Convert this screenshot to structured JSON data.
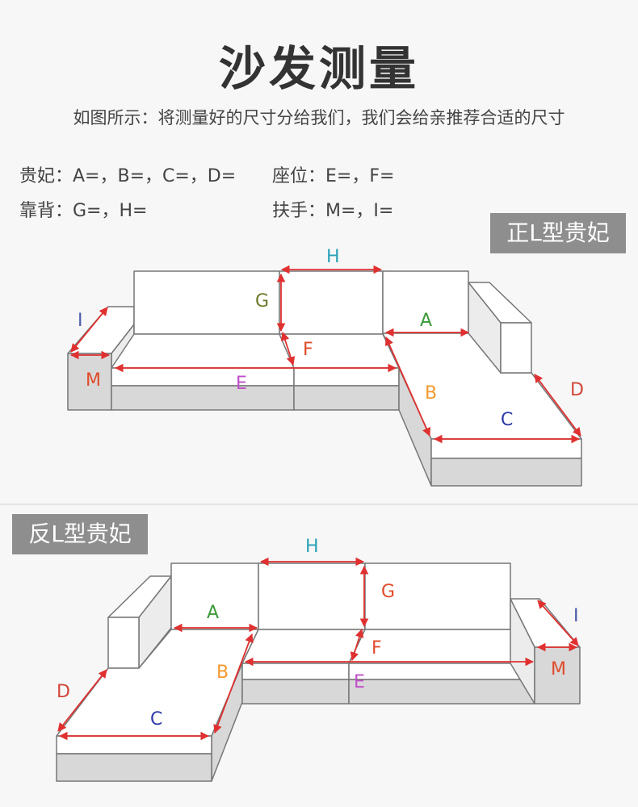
{
  "title": "沙发测量",
  "subtitle": "如图所示：将测量好的尺寸分给我们，我们会给亲推荐合适的尺寸",
  "fields": {
    "chaise": "贵妃：A=，B=，C=，D=",
    "seat": "座位：E=，F=",
    "back": "靠背：G=，H=",
    "armrest": "扶手：M=，I="
  },
  "tags": {
    "right_l": "正L型贵妃",
    "left_l": "反L型贵妃"
  },
  "labels": {
    "A": "A",
    "B": "B",
    "C": "C",
    "D": "D",
    "E": "E",
    "F": "F",
    "G": "G",
    "H": "H",
    "M": "M",
    "I": "I"
  },
  "colors": {
    "A": "#3a9a3a",
    "B": "#f29a2e",
    "C": "#2e3aa8",
    "D": "#d2473a",
    "E": "#c04fc8",
    "F": "#e04a2a",
    "G": "#6a7a2a",
    "H": "#2aa2b8",
    "M": "#e04a2a",
    "I": "#4a5aa8",
    "arrow": "#e03030",
    "outline": "#777777",
    "fill_gray": "#d8d8d8"
  }
}
